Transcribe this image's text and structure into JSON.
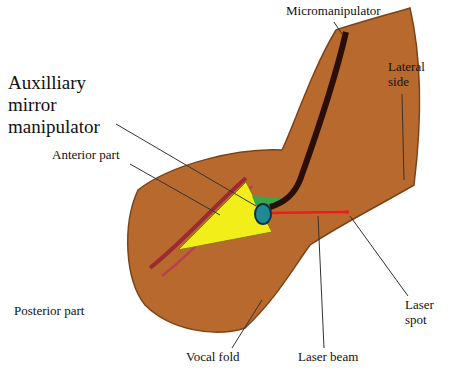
{
  "diagram": {
    "labels": [
      "Micromanipulator",
      "Lateral side",
      "Auxilliary mirror manipulator",
      "Anterior part",
      "Laser spot",
      "Posterior part",
      "Vocal fold",
      "Laser beam"
    ]
  }
}
